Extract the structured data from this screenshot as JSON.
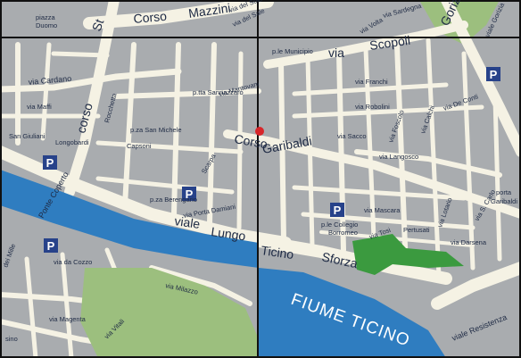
{
  "colors": {
    "block": "#a9acaf",
    "street": "#f5f2e4",
    "river": "#2f7dc0",
    "park": "#9cbf7e",
    "park_dark": "#3b9a3f",
    "grid_line": "#111111",
    "parking_bg": "#27428a",
    "marker": "#d8262a",
    "label": "#1e2a44"
  },
  "map_labels": {
    "corso_mazzini_1": "Corso",
    "corso_mazzini_2": "Mazzini",
    "st": "St",
    "via_sole": "via del Sole",
    "via_sale": "via del Sale",
    "piazza_duomo_1": "piazza",
    "piazza_duomo_2": "Duomo",
    "p_le_municipio": "p.le Municipio",
    "via_scopoli": "via",
    "scopoli": "Scopoli",
    "gorizia": "Gorizia",
    "viale_gorizia": "viale Gorizia",
    "via_sardegna": "via Sardegna",
    "via_volta": "via Volta",
    "via_cardano": "via Cardano",
    "corso_left": "corso",
    "via_maffi": "via Maffi",
    "via_mantovani": "via Mantovani",
    "p_tta_sannazzaro": "p.tta Sannazzaro",
    "p_za_san_michele": "p.za San Michele",
    "via_capsoni": "Capsoni",
    "corso_garibaldi_1": "Corso",
    "corso_garibaldi_2": "Garibaldi",
    "via_franchi": "via Franchi",
    "via_robolini": "via Robolini",
    "via_sacco": "via Sacco",
    "via_foscolo": "via Foscolo",
    "via_calchi": "via Calchi",
    "via_de_conti": "via De Conti",
    "via_langosco": "via Langosco",
    "via_scarpa": "Scarpa",
    "p_za_berengario": "p.za Berengario",
    "via_porta_damiani": "via Porta Damiani",
    "viale_lungo": "viale",
    "lungo": "Lungo",
    "ponte_coperto": "Ponte Coperto",
    "p_le_collegio_borromeo_1": "p.le Collegio",
    "p_le_collegio_borromeo_2": "Borromeo",
    "via_mascara": "via Mascara",
    "via_tosi": "via Tosi",
    "via_pertusati": "Pertusati",
    "via_lotario": "via Lotario",
    "via_darsena": "via Darsena",
    "via_s_carlo": "via S. Carlo",
    "porta_garibaldi_1": "porta",
    "porta_garibaldi_2": "Garibaldi",
    "ticino": "Ticino",
    "sforza": "Sforza",
    "fiume_ticino": "FIUME TICINO",
    "viale_resistenza": "viale Resistenza",
    "via_milazzo": "via Milazzo",
    "via_da_cozzo": "via da Cozzo",
    "via_mille": "dei Mille",
    "via_magenta": "via Magenta",
    "sino": "sino",
    "via_rocchetta": "Rocchetta",
    "via_san_giuliani": "San Giuliani",
    "via_longobardi": "Longobardi",
    "via_vitali": "via Vitali"
  },
  "parking_symbol": "P"
}
